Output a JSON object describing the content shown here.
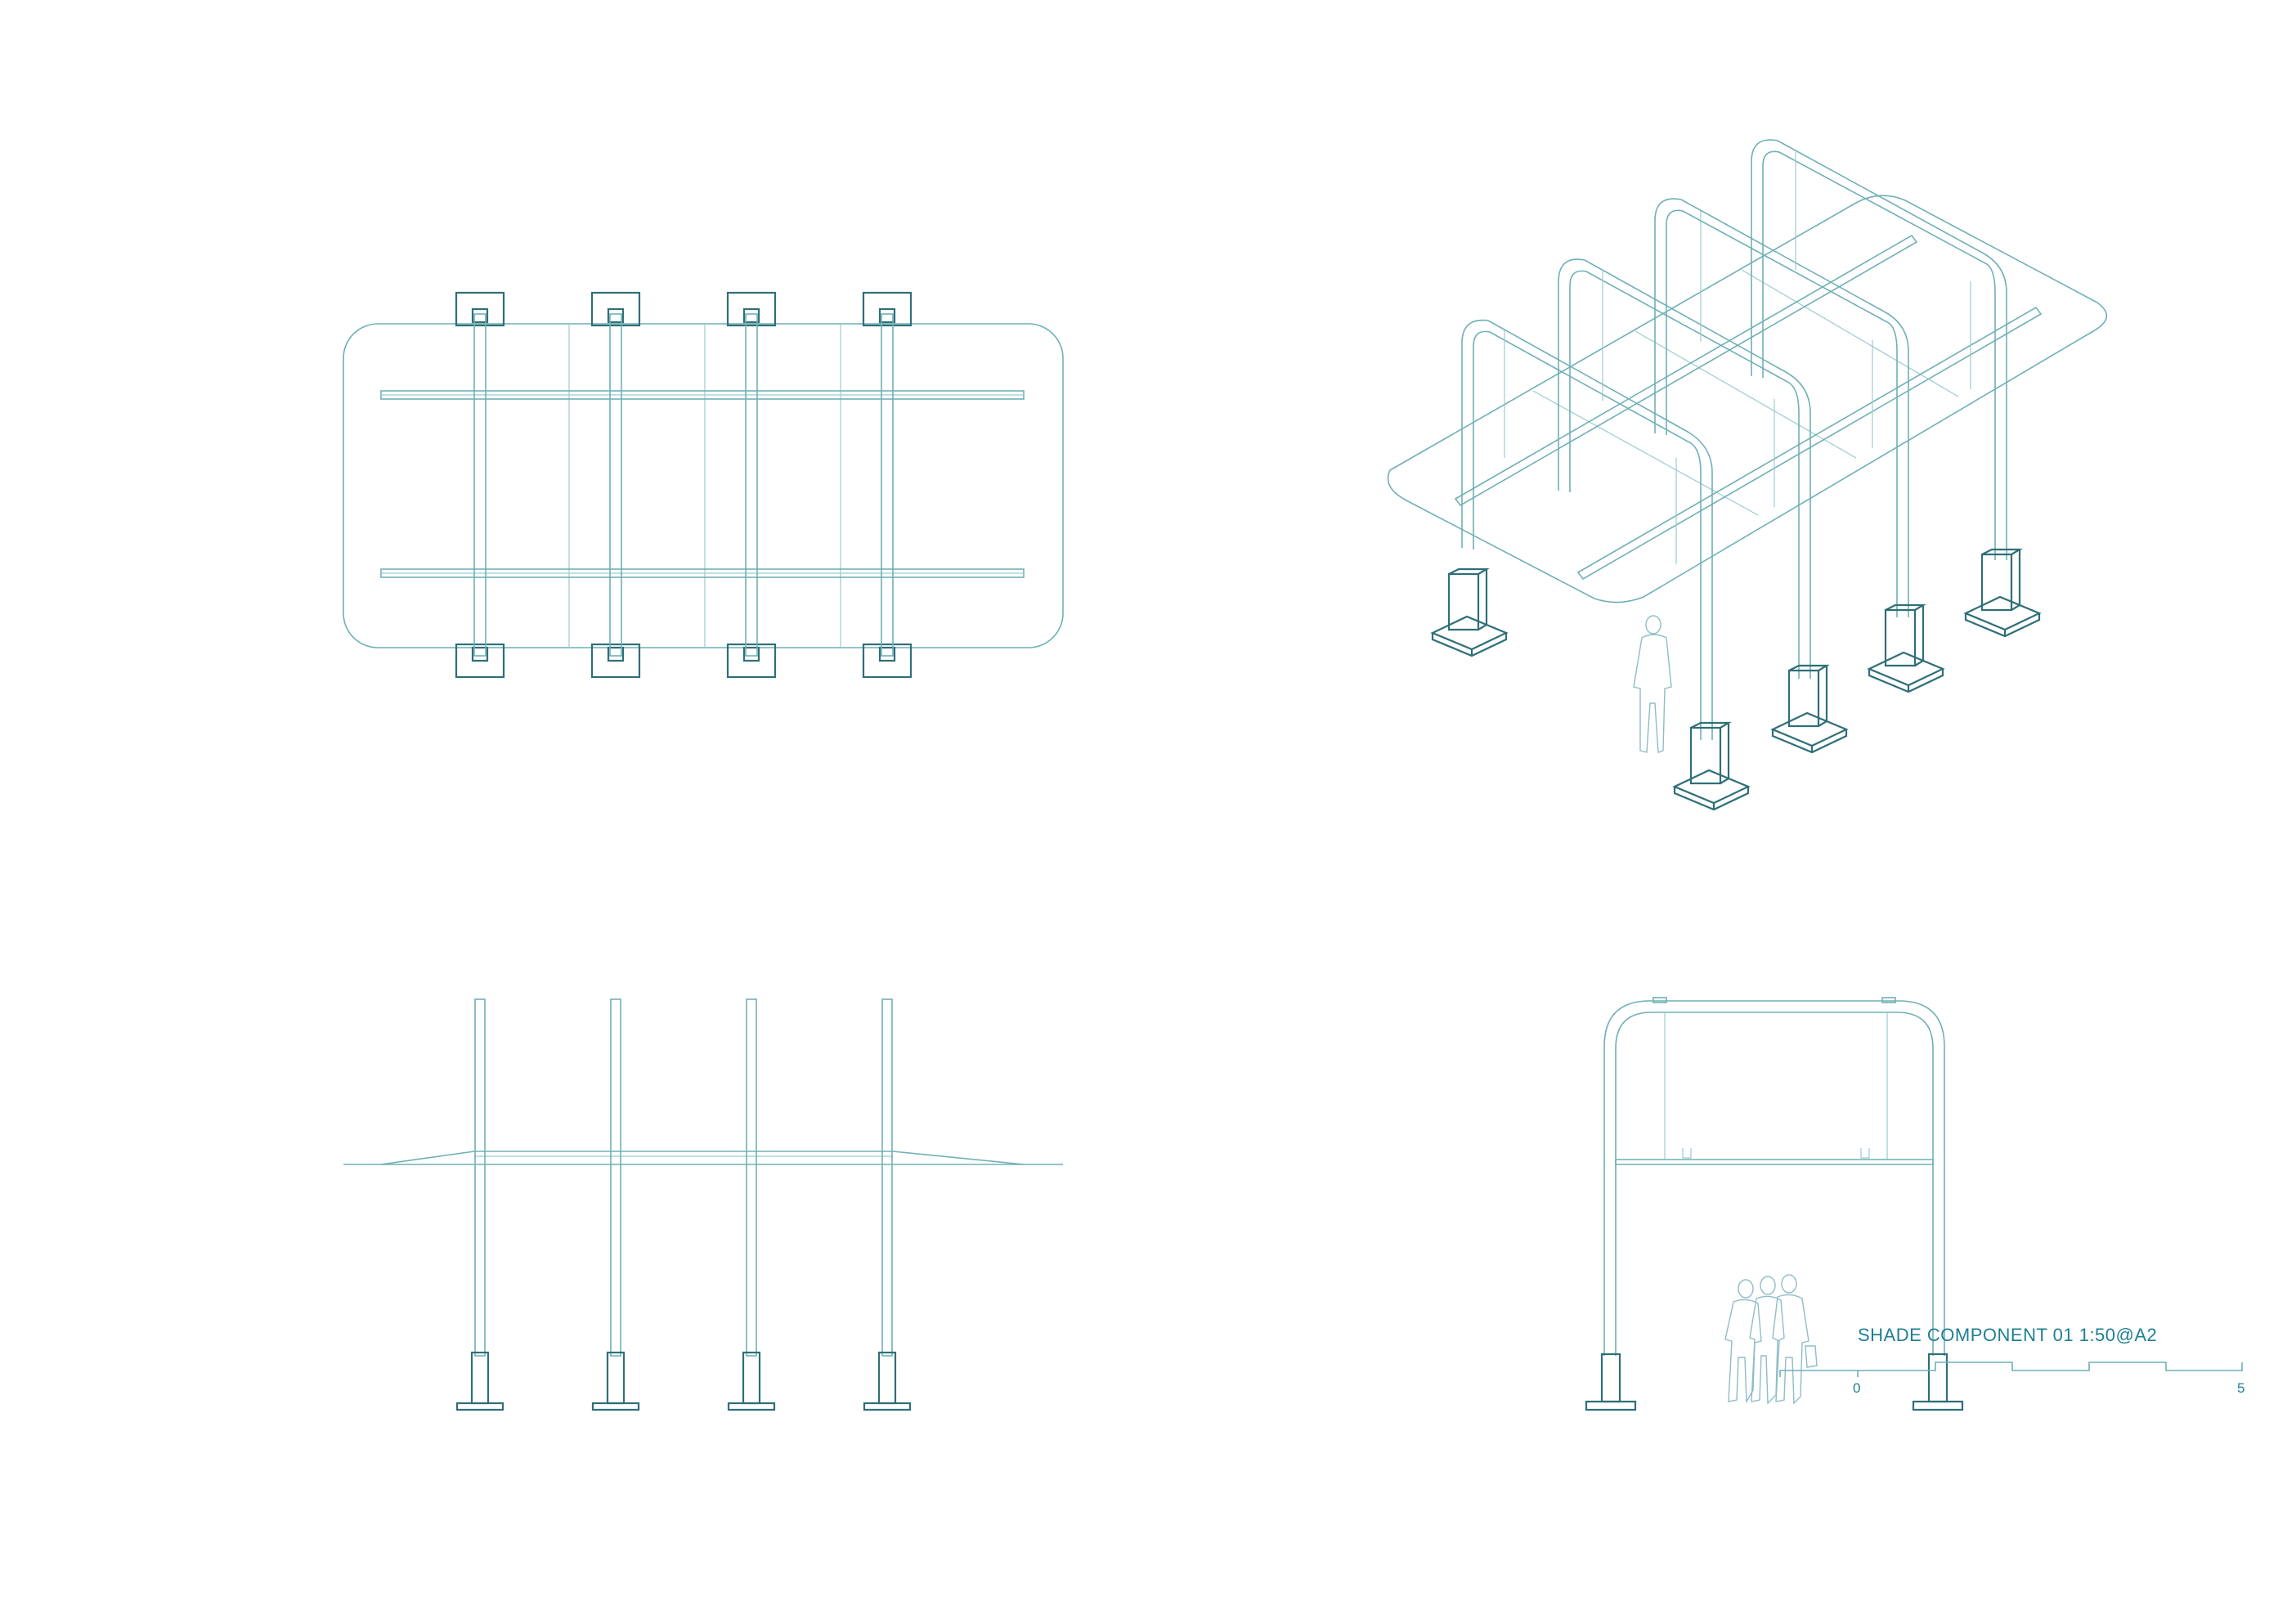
{
  "drawing": {
    "title": "SHADE COMPONENT 01 1:50@A2",
    "scale_start": "0",
    "scale_end": "5",
    "line_color": "#6fb0b6",
    "dark_line_color": "#2f6f78",
    "text_color": "#1f7f93"
  }
}
